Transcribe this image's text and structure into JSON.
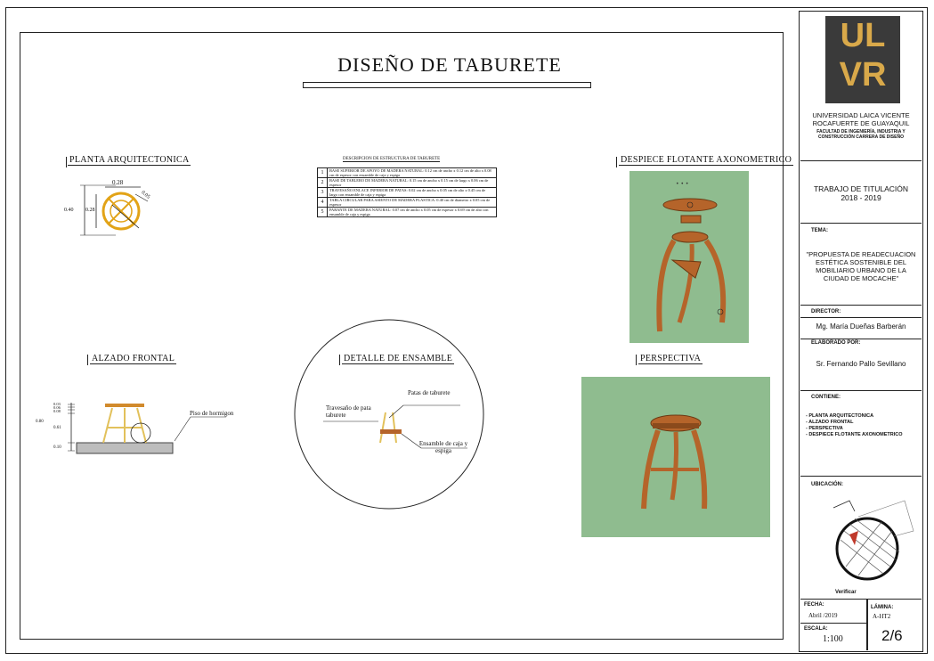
{
  "title": "DISEÑO DE TABURETE",
  "sections": {
    "planta": "PLANTA ARQUITECTONICA",
    "despiece": "DESPIECE FLOTANTE AXONOMETRICO",
    "alzado": "ALZADO FRONTAL",
    "detalle": "DETALLE DE ENSAMBLE",
    "perspectiva": "PERSPECTIVA"
  },
  "planta_dims": {
    "top": "0.28",
    "side_outer": "0.40",
    "side_inner": "0.28",
    "diag": "0.05"
  },
  "alzado_dims": {
    "d1": "0.03",
    "d2": "0.06",
    "d3": "0.08",
    "total": "0.80",
    "mid": "0.61",
    "base": "0.10"
  },
  "alzado_note": "Piso de hormigon",
  "detalle_notes": {
    "patas": "Patas de taburete",
    "travesano": "Travesaño de pata taburete",
    "ensamble": "Ensamble de caja y espiga"
  },
  "desc": {
    "header": "DESCRIPCION DE ESTRUCTURA DE TABURETE",
    "rows": [
      {
        "n": "1",
        "t": "BASE SUPERIOR DE APOYO DE MADERA NATURAL: 0.12 cm de ancho x 0.12 cm de alto x 0.08 cm de espesor con ensamble de caja y espiga"
      },
      {
        "n": "2",
        "t": "BASE DE TABLERO DE MADERA NATURAL: 0.15 cm de ancho x 0.15 cm de largo x 0.06 cm de espesor"
      },
      {
        "n": "3",
        "t": "TRAVESAÑO ENLACE INFERIOR DE PATAS: 0.02 cm de ancho x 0.05 cm de alto x 0.45 cm de largo con ensamble de caja y espiga"
      },
      {
        "n": "4",
        "t": "TABLA CIRCULAR PARA ASIENTO DE MADERA PLASTICA: 0.40 cm de diametro x 0.05 cm de espesor"
      },
      {
        "n": "5",
        "t": "PARANTE DE MADERA NATURAL: 0.07 cm de ancho x 0.05 cm de espesor x 0.69 cm de alto con ensamble de caja y espiga"
      }
    ]
  },
  "titleblock": {
    "logo_top": "UL",
    "logo_bottom": "VR",
    "university": "UNIVERSIDAD LAICA VICENTE ROCAFUERTE DE GUAYAQUIL",
    "faculty": "FACULTAD DE INGENIERÍA, INDUSTRIA Y CONSTRUCCIÓN CARRERA DE DISEÑO",
    "trabajo": "TRABAJO DE TITULACIÓN",
    "years": "2018 - 2019",
    "tema_label": "TEMA:",
    "tema": "\"PROPUESTA DE READECUACION ESTÉTICA SOSTENIBLE DEL MOBILIARIO URBANO DE LA CIUDAD DE MOCACHE\"",
    "director_label": "DIRECTOR:",
    "director": "Mg. María Dueñas Barberán",
    "elaborado_label": "ELABORADO POR:",
    "elaborado": "Sr. Fernando Pallo Sevillano",
    "contiene_label": "CONTIENE:",
    "contiene": [
      "- PLANTA ARQUITECTONICA",
      "- ALZADO FRONTAL",
      "- PERSPECTIVA",
      "- DESPIECE FLOTANTE AXONOMETRICO"
    ],
    "ubicacion_label": "UBICACIÓN:",
    "map_caption": "Verificar",
    "fecha_label": "FECHA:",
    "fecha": "Abril /2019",
    "lamina_label": "LÁMINA:",
    "lamina": "A-HT2",
    "escala_label": "ESCALA:",
    "escala": "1:100",
    "page": "2/6"
  },
  "colors": {
    "wood": "#b5642a",
    "green": "#8fbc8f",
    "gold": "#d9a94a",
    "logo_bg": "#3a3a3a"
  }
}
